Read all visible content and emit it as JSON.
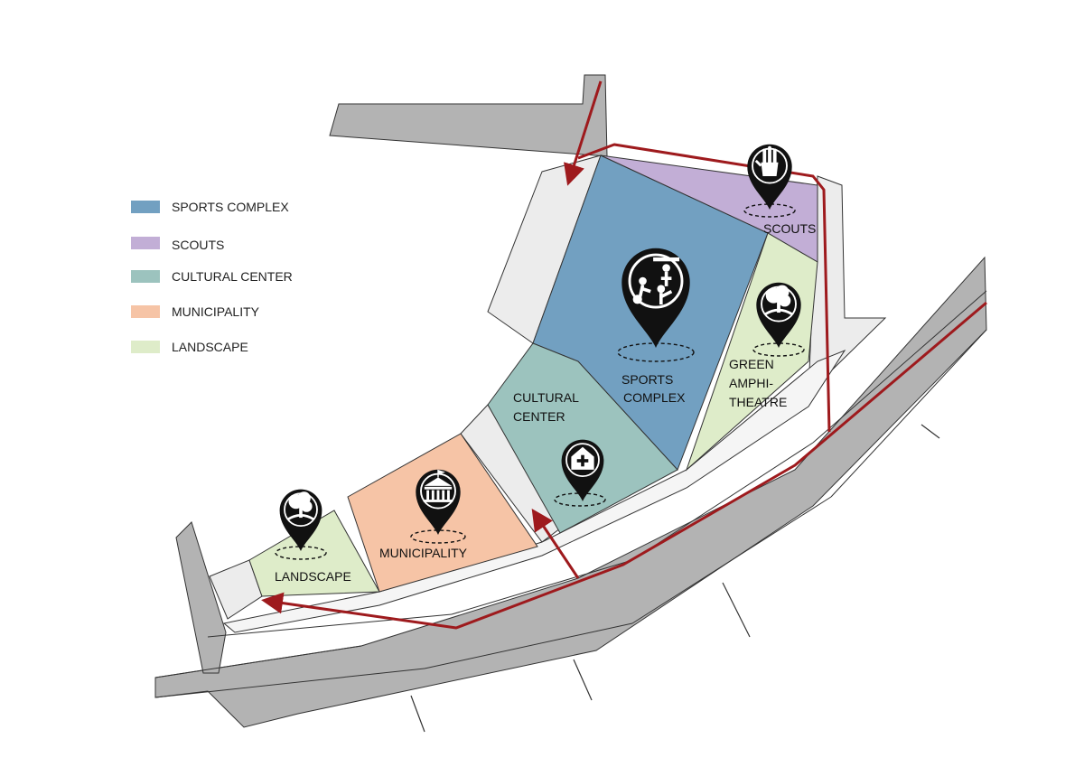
{
  "colors": {
    "sports_complex": "#72a0c1",
    "scouts": "#c2aed6",
    "cultural_center": "#9cc3be",
    "municipality": "#f6c4a6",
    "landscape": "#deecc9",
    "road": "#b3b3b3",
    "site_gray": "#ececec",
    "route": "#9e1a1d",
    "pin": "#111111"
  },
  "legend": {
    "items": [
      {
        "label": "SPORTS COMPLEX",
        "color": "#72a0c1"
      },
      {
        "label": "SCOUTS",
        "color": "#c2aed6"
      },
      {
        "label": "CULTURAL CENTER",
        "color": "#9cc3be"
      },
      {
        "label": "MUNICIPALITY",
        "color": "#f6c4a6"
      },
      {
        "label": "LANDSCAPE",
        "color": "#deecc9"
      }
    ]
  },
  "zones": {
    "sports_complex": {
      "line1": "SPORTS",
      "line2": "COMPLEX",
      "icon": "sports-icon"
    },
    "scouts": {
      "line1": "SCOUTS",
      "icon": "scout-salute-icon"
    },
    "green_amphitheatre": {
      "line1": "GREEN",
      "line2": "AMPHI-",
      "line3": "THEATRE",
      "icon": "tree-icon"
    },
    "cultural_center": {
      "line1": "CULTURAL",
      "line2": "CENTER",
      "icon": "building-plus-icon"
    },
    "municipality": {
      "line1": "MUNICIPALITY",
      "icon": "government-building-icon"
    },
    "landscape": {
      "line1": "LANDSCAPE",
      "icon": "tree-icon"
    }
  }
}
